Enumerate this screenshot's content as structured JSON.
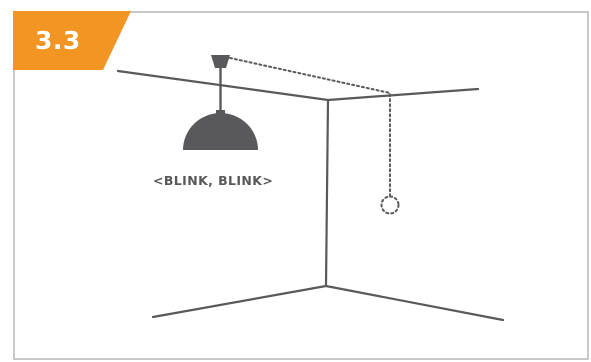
{
  "step": {
    "number": "3.3",
    "accent_color": "#f39523"
  },
  "illustration": {
    "caption": "<BLINK, BLINK>",
    "line_color": "#59595b",
    "frame_color": "#c8c8c8",
    "lamp": "pendant-lamp-icon",
    "pull_switch": "pull-chain-switch-dotted"
  }
}
